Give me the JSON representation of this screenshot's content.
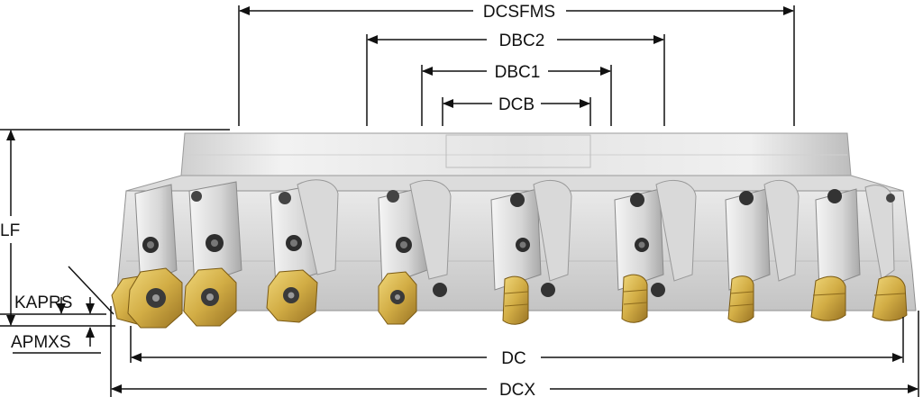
{
  "dimensions": {
    "dcsfms": "DCSFMS",
    "dbc2": "DBC2",
    "dbc1": "DBC1",
    "dcb": "DCB",
    "lf": "LF",
    "kaprs": "KAPRS",
    "apmxs": "APMXS",
    "dc": "DC",
    "dcx": "DCX"
  },
  "colors": {
    "line": "#111111",
    "body_light": "#e6e6e6",
    "body_mid": "#c9c9c9",
    "body_dark": "#8a8a8a",
    "insert_gold": "#d4b14a",
    "insert_dark": "#8c6a1c"
  },
  "icons": {
    "tool": "milling-cutter-with-inserts"
  }
}
